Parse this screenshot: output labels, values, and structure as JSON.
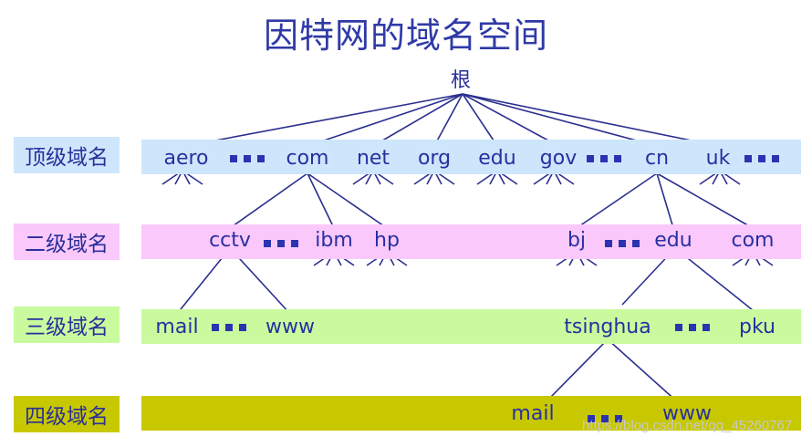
{
  "title": "因特网的域名空间",
  "root": "根",
  "levels": {
    "top": "顶级域名",
    "second": "二级域名",
    "third": "三级域名",
    "fourth": "四级域名"
  },
  "colors": {
    "title": "#2f3aa6",
    "text": "#2830a0",
    "lines": "#2b2f8f",
    "band_top": "#cde6fb",
    "band_second": "#fbc8fb",
    "band_third": "#c9fb9e",
    "band_fourth": "#c8c800"
  },
  "top_nodes": [
    "aero",
    "com",
    "net",
    "org",
    "edu",
    "gov",
    "cn",
    "uk"
  ],
  "second_nodes": [
    "cctv",
    "ibm",
    "hp",
    "bj",
    "edu",
    "com"
  ],
  "third_nodes": [
    "mail",
    "www",
    "tsinghua",
    "pku"
  ],
  "fourth_nodes": [
    "mail",
    "www"
  ],
  "watermark": "https://blog.csdn.net/qq_45260767"
}
